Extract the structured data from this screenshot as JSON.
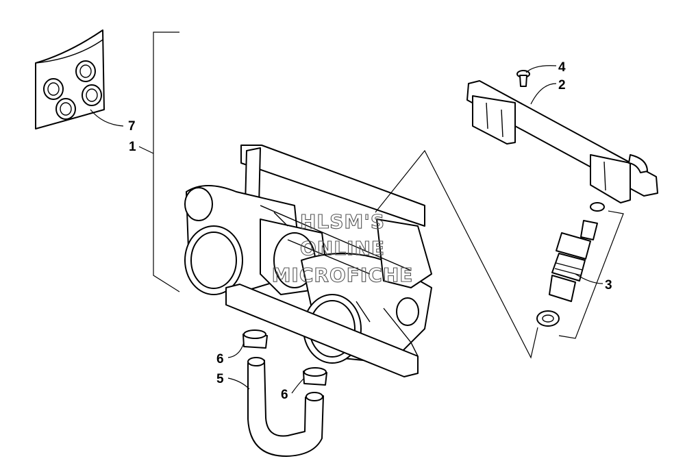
{
  "callouts": [
    "1",
    "2",
    "3",
    "4",
    "5",
    "6",
    "6",
    "7"
  ],
  "watermark": {
    "line1": "HLSM'S",
    "line2": "ONLINE",
    "line3": "MICROFICHE"
  },
  "colors": {
    "line": "#000000",
    "background": "#ffffff",
    "watermark": "#555555"
  }
}
